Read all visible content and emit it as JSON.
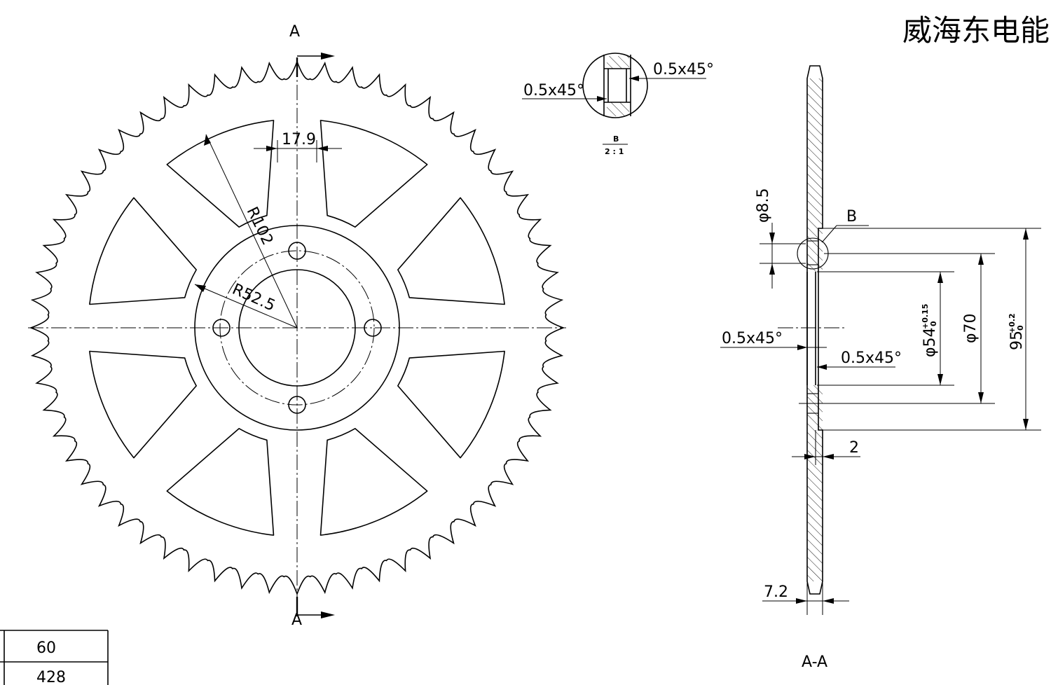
{
  "title": "威海东电能",
  "section_marks": {
    "top": "A",
    "bottom": "A",
    "section_label": "A-A"
  },
  "front_view": {
    "teeth": 60,
    "dims": {
      "spoke_width": "17.9",
      "outer_radius": "R102",
      "inner_radius": "R52.5"
    }
  },
  "detail_b": {
    "label": "B",
    "scale": "2 : 1",
    "chamfer_left": "0.5x45°",
    "chamfer_right": "0.5x45°"
  },
  "section_view": {
    "hole_dia": "φ8.5",
    "detail_ref": "B",
    "chamfer_left": "0.5x45°",
    "chamfer_right": "0.5x45°",
    "bore_dia": "φ54",
    "bore_tol_upper": "+0.15",
    "bore_tol_lower": "0",
    "pcd": "φ70",
    "hub_dia": "95",
    "hub_tol_upper": "+0.2",
    "hub_tol_lower": "0",
    "hub_step": "2",
    "thickness": "7.2"
  },
  "spec_table": {
    "rows": [
      {
        "value": "60"
      },
      {
        "value": "428"
      }
    ]
  }
}
